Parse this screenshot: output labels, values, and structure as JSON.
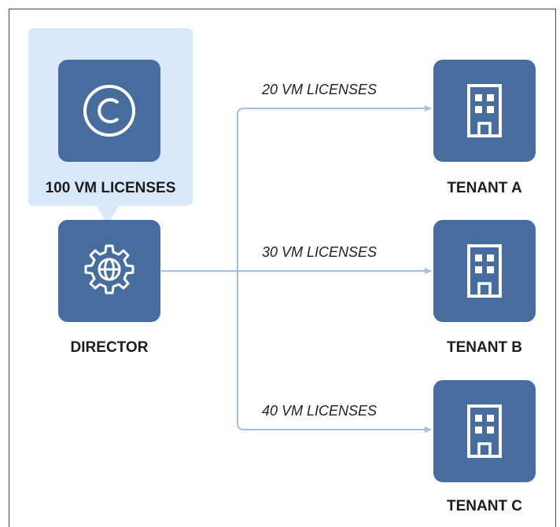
{
  "license_pool": {
    "label": "100 VM LICENSES",
    "icon": "copyright-icon"
  },
  "director": {
    "label": "DIRECTOR",
    "icon": "gear-globe-icon"
  },
  "tenants": [
    {
      "label": "TENANT A",
      "allocation": "20 VM LICENSES",
      "icon": "building-icon"
    },
    {
      "label": "TENANT B",
      "allocation": "30 VM LICENSES",
      "icon": "building-icon"
    },
    {
      "label": "TENANT C",
      "allocation": "40 VM LICENSES",
      "icon": "building-icon"
    }
  ],
  "colors": {
    "tile": "#476c9e",
    "highlight": "#dae8fc",
    "connector": "#a9bfd9"
  }
}
